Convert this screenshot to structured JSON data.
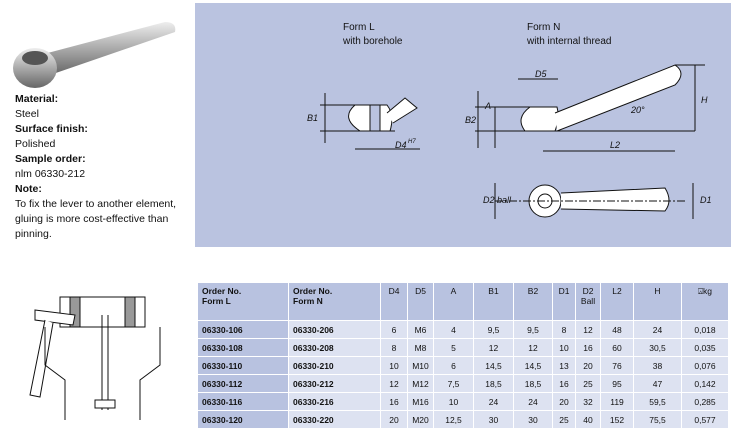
{
  "specs": [
    {
      "label": "Material:",
      "value": "Steel"
    },
    {
      "label": "Surface finish:",
      "value": "Polished"
    },
    {
      "label": "Sample order:",
      "value": "nlm 06330-212"
    },
    {
      "label": "Note:",
      "value": "To fix the lever to another element, gluing is more cost-effective than pinning."
    }
  ],
  "drawing": {
    "form_l_title": "Form L",
    "form_l_sub": "with borehole",
    "form_n_title": "Form N",
    "form_n_sub": "with internal thread",
    "dims": {
      "b1": "B1",
      "d4": "D4",
      "d4_tol": "H7",
      "d5": "D5",
      "a": "A",
      "b2": "B2",
      "h": "H",
      "angle": "20°",
      "l2": "L2",
      "d2": "D2",
      "ball": "ball",
      "d1": "D1"
    }
  },
  "table": {
    "headers": [
      [
        "Order No.",
        "Form L"
      ],
      [
        "Order No.",
        "Form N"
      ],
      [
        "D4"
      ],
      [
        "D5"
      ],
      [
        "A"
      ],
      [
        "B1"
      ],
      [
        "B2"
      ],
      [
        "D1"
      ],
      [
        "D2",
        "Ball"
      ],
      [
        "L2"
      ],
      [
        "H"
      ],
      [
        "⍓kg"
      ]
    ],
    "rows": [
      [
        "06330-106",
        "06330-206",
        "6",
        "M6",
        "4",
        "9,5",
        "9,5",
        "8",
        "12",
        "48",
        "24",
        "0,018"
      ],
      [
        "06330-108",
        "06330-208",
        "8",
        "M8",
        "5",
        "12",
        "12",
        "10",
        "16",
        "60",
        "30,5",
        "0,035"
      ],
      [
        "06330-110",
        "06330-210",
        "10",
        "M10",
        "6",
        "14,5",
        "14,5",
        "13",
        "20",
        "76",
        "38",
        "0,076"
      ],
      [
        "06330-112",
        "06330-212",
        "12",
        "M12",
        "7,5",
        "18,5",
        "18,5",
        "16",
        "25",
        "95",
        "47",
        "0,142"
      ],
      [
        "06330-116",
        "06330-216",
        "16",
        "M16",
        "10",
        "24",
        "24",
        "20",
        "32",
        "119",
        "59,5",
        "0,285"
      ],
      [
        "06330-120",
        "06330-220",
        "20",
        "M20",
        "12,5",
        "30",
        "30",
        "25",
        "40",
        "152",
        "75,5",
        "0,577"
      ]
    ]
  }
}
